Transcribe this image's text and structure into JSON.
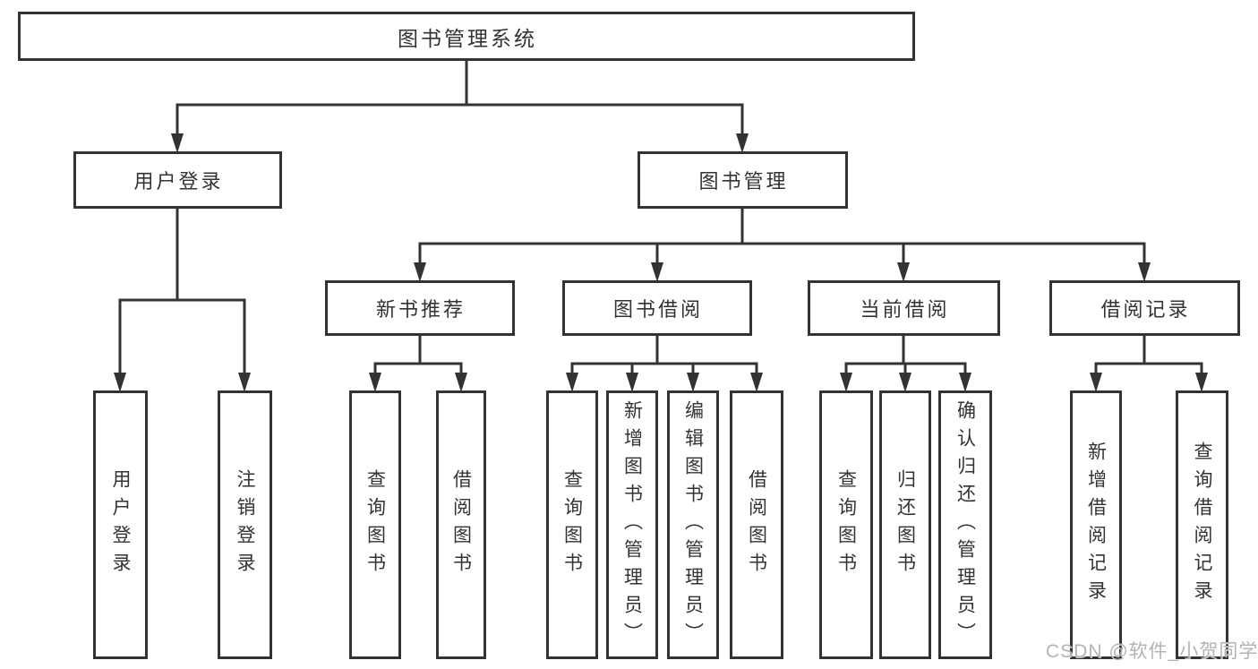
{
  "colors": {
    "background": "#ffffff",
    "line": "#333333",
    "box_border": "#333333",
    "text": "#333333",
    "watermark": "#b3b3b3"
  },
  "tree": {
    "root": {
      "label": "图书管理系统",
      "children": [
        {
          "label": "用户登录",
          "children": [
            {
              "label": "用户登录"
            },
            {
              "label": "注销登录"
            }
          ]
        },
        {
          "label": "图书管理",
          "children": [
            {
              "label": "新书推荐",
              "children": [
                {
                  "label": "查询图书"
                },
                {
                  "label": "借阅图书"
                }
              ]
            },
            {
              "label": "图书借阅",
              "children": [
                {
                  "label": "查询图书"
                },
                {
                  "label": "新增图书（管理员）"
                },
                {
                  "label": "编辑图书（管理员）"
                },
                {
                  "label": "借阅图书"
                }
              ]
            },
            {
              "label": "当前借阅",
              "children": [
                {
                  "label": "查询图书"
                },
                {
                  "label": "归还图书"
                },
                {
                  "label": "确认归还（管理员）"
                }
              ]
            },
            {
              "label": "借阅记录",
              "children": [
                {
                  "label": "新增借阅记录"
                },
                {
                  "label": "查询借阅记录"
                }
              ]
            }
          ]
        }
      ]
    }
  },
  "watermark": {
    "text": "CSDN @软件_小贺同学"
  }
}
